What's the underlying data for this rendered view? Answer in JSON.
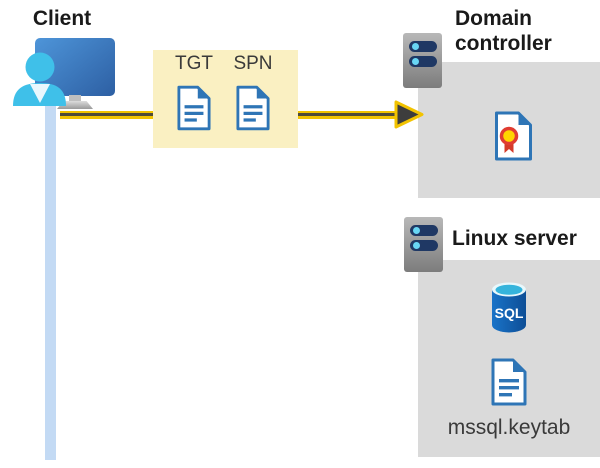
{
  "client": {
    "label": "Client"
  },
  "tickets": {
    "items": [
      {
        "label": "TGT"
      },
      {
        "label": "SPN"
      }
    ]
  },
  "domain_controller": {
    "label": "Domain controller"
  },
  "linux_server": {
    "label": "Linux server",
    "sql_label": "SQL",
    "keytab_label": "mssql.keytab"
  },
  "colors": {
    "ticket_box_bg": "#FAF0C2",
    "area_box_bg": "#DADADA",
    "arrow_gold": "#F2C300",
    "arrow_core": "#4F4B38",
    "session_line_blue": "#C3DAF4",
    "document_blue": "#2E75B6",
    "server_slot_navy": "#1F3864",
    "server_dot_cyan": "#69D6F4",
    "person_cyan": "#3FC0E9",
    "monitor_blue": "#2D5FA3",
    "sql_body_blue": "#1263B8",
    "cert_seal_yellow": "#FFD400",
    "cert_ribbon_red": "#D43A2A"
  }
}
